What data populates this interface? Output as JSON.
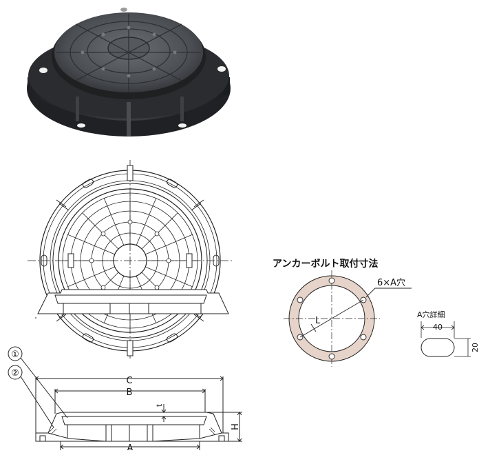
{
  "anchor_bolt": {
    "title": "アンカーボルト取付寸法",
    "hole_label": "6×A穴",
    "l_label": "L"
  },
  "hole_detail": {
    "title": "A穴詳細",
    "width_label": "40",
    "height_label": "20"
  },
  "section": {
    "callout_1": "①",
    "callout_2": "②",
    "dim_c": "C",
    "dim_b": "B",
    "dim_a": "A",
    "dim_h": "H",
    "dim_t": "t"
  },
  "colors": {
    "ring_fill": "#e6d3c9",
    "cover_dark": "#3a3c40",
    "line": "#222222"
  }
}
